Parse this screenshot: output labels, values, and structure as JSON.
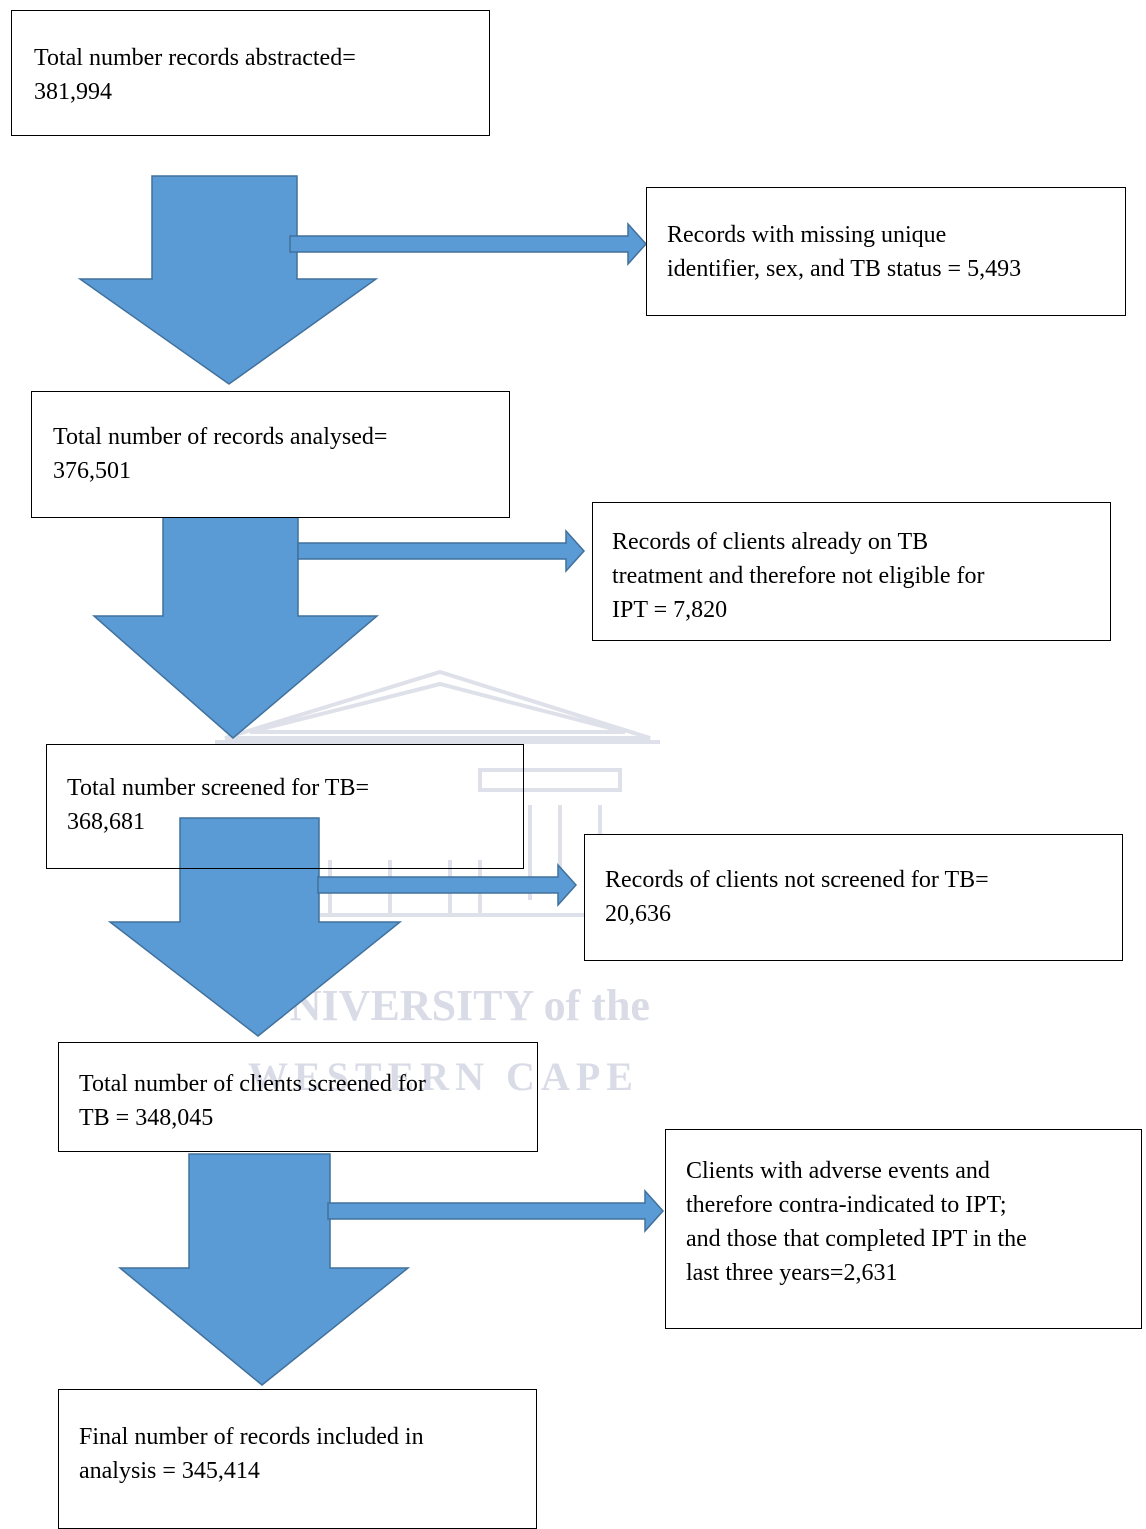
{
  "diagram": {
    "watermark": {
      "lines": [
        "UNIVERSITY of the",
        "WESTERN CAPE"
      ]
    },
    "arrow_color": "#5b9bd5",
    "arrow_edge_color": "#41719c",
    "main_boxes": [
      {
        "id": "abstracted",
        "lines": [
          "Total number records abstracted=",
          "381,994"
        ]
      },
      {
        "id": "analysed",
        "lines": [
          "Total number of records analysed=",
          "376,501"
        ]
      },
      {
        "id": "screened",
        "lines": [
          "Total number screened for TB=",
          "368,681"
        ]
      },
      {
        "id": "clients-screened",
        "lines": [
          "Total number of clients screened for",
          "TB = 348,045"
        ]
      },
      {
        "id": "final",
        "lines": [
          "Final number of records included in",
          "analysis = 345,414"
        ]
      }
    ],
    "exclusion_boxes": [
      {
        "id": "missing",
        "lines": [
          "Records with missing unique",
          "identifier, sex, and TB status = 5,493"
        ]
      },
      {
        "id": "on-treatment",
        "lines": [
          "Records of clients already on TB",
          "treatment and therefore not eligible for",
          "IPT = 7,820"
        ]
      },
      {
        "id": "not-screened",
        "lines": [
          "Records of clients not screened for TB=",
          "20,636"
        ]
      },
      {
        "id": "adverse",
        "lines": [
          "Clients with adverse events and",
          "therefore contra-indicated to IPT;",
          "and those that completed IPT in the",
          "last three years=2,631"
        ]
      }
    ]
  }
}
